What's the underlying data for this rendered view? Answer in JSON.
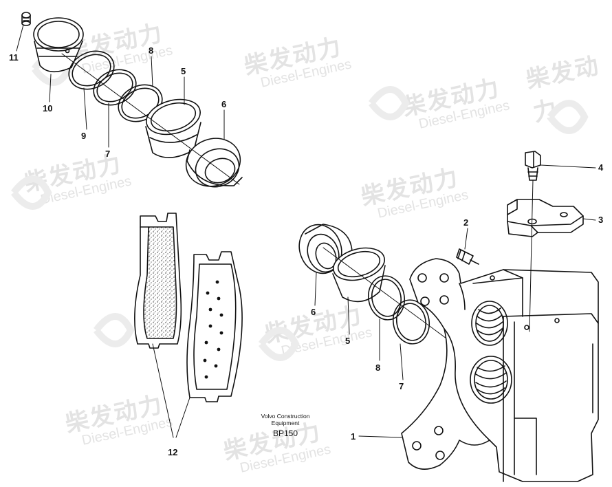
{
  "watermark": {
    "chinese": "柴发动力",
    "english": "Diesel-Engines"
  },
  "caption": {
    "line1": "Volvo Construction",
    "line2": "Equipment",
    "code": "BP150"
  },
  "callouts": {
    "c11": "11",
    "c10": "10",
    "c9": "9",
    "c8_top": "8",
    "c7_top": "7",
    "c5_top": "5",
    "c6_top": "6",
    "c4": "4",
    "c3": "3",
    "c2": "2",
    "c6_bot": "6",
    "c5_bot": "5",
    "c8_bot": "8",
    "c7_bot": "7",
    "c1": "1",
    "c12": "12"
  }
}
